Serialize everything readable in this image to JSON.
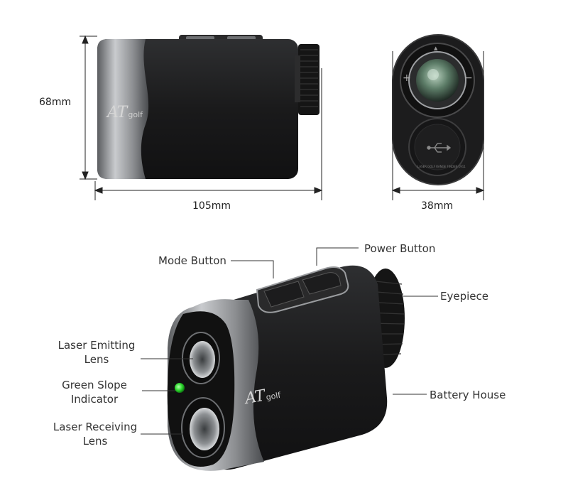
{
  "dimensions": {
    "height": "68mm",
    "length": "105mm",
    "width": "38mm"
  },
  "device": {
    "logo_at": "AT",
    "logo_golf": "golf",
    "cap_text": "LASER GOLF RANGE FINDER 1911"
  },
  "eyepiece_symbols": {
    "top": "▲",
    "plus": "+",
    "minus": "−"
  },
  "callouts": {
    "mode_button": "Mode Button",
    "power_button": "Power Button",
    "eyepiece": "Eyepiece",
    "laser_emitting_line1": "Laser Emitting",
    "laser_emitting_line2": "Lens",
    "green_slope_line1": "Green Slope",
    "green_slope_line2": "Indicator",
    "battery_house": "Battery House",
    "laser_receiving_line1": "Laser Receiving",
    "laser_receiving_line2": "Lens"
  },
  "colors": {
    "body": "#1b1b1c",
    "silver": "#9a9c9f",
    "indicator_green": "#2bd62b",
    "lens_tint": "#6f8f7a"
  }
}
